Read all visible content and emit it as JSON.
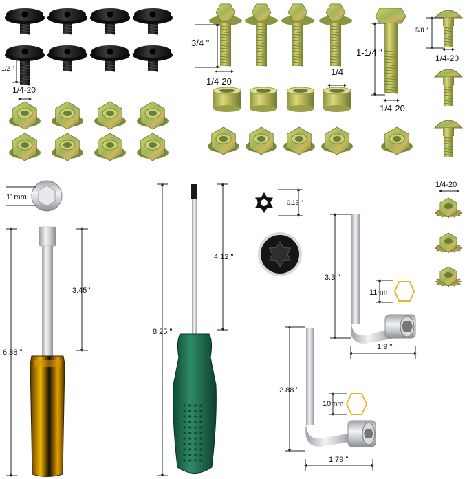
{
  "labels": {
    "bolt_len_black": "1/2 \"",
    "thread_black": "1/4-20",
    "bolt_len_flange": "3/4 \"",
    "thread_flange": "1/4-20",
    "spacer_id": "1/4",
    "hex_bolt_len": "1-1/4 \"",
    "hex_bolt_thread": "1/4-20",
    "carriage_len": "5/8 \"",
    "carriage_thread": "1/4-20",
    "socket_size": "11mm",
    "nut_driver_shaft": "3.45 \"",
    "nut_driver_total": "6.88 \"",
    "screwdriver_total": "8.25 \"",
    "screwdriver_shaft": "4.12 \"",
    "torx_tip": "0.15 \"",
    "kep_nut_thread": "1/4-20",
    "wrench_large_height": "3.3 \"",
    "wrench_large_socket": "11mm",
    "wrench_large_width": "1.9 \"",
    "wrench_small_height": "2.88 \"",
    "wrench_small_socket": "10mm",
    "wrench_small_width": "1.79 \""
  },
  "counts": {
    "black_bolts": 8,
    "black_nuts": 8,
    "flange_bolts": 4,
    "spacers": 4,
    "flange_nuts": 5,
    "carriage_bolts": 3,
    "kep_nuts": 3
  },
  "colors": {
    "black_hardware": "#1a1a1a",
    "zinc_yellow": "#b8b243",
    "zinc_green": "#8fa65a",
    "steel": "#c9cbd0",
    "screwdriver_handle": "#1f6b4f",
    "nut_driver_handle": "#e8a200",
    "hex_outline": "#f0b429",
    "dimension_line": "#222222"
  }
}
